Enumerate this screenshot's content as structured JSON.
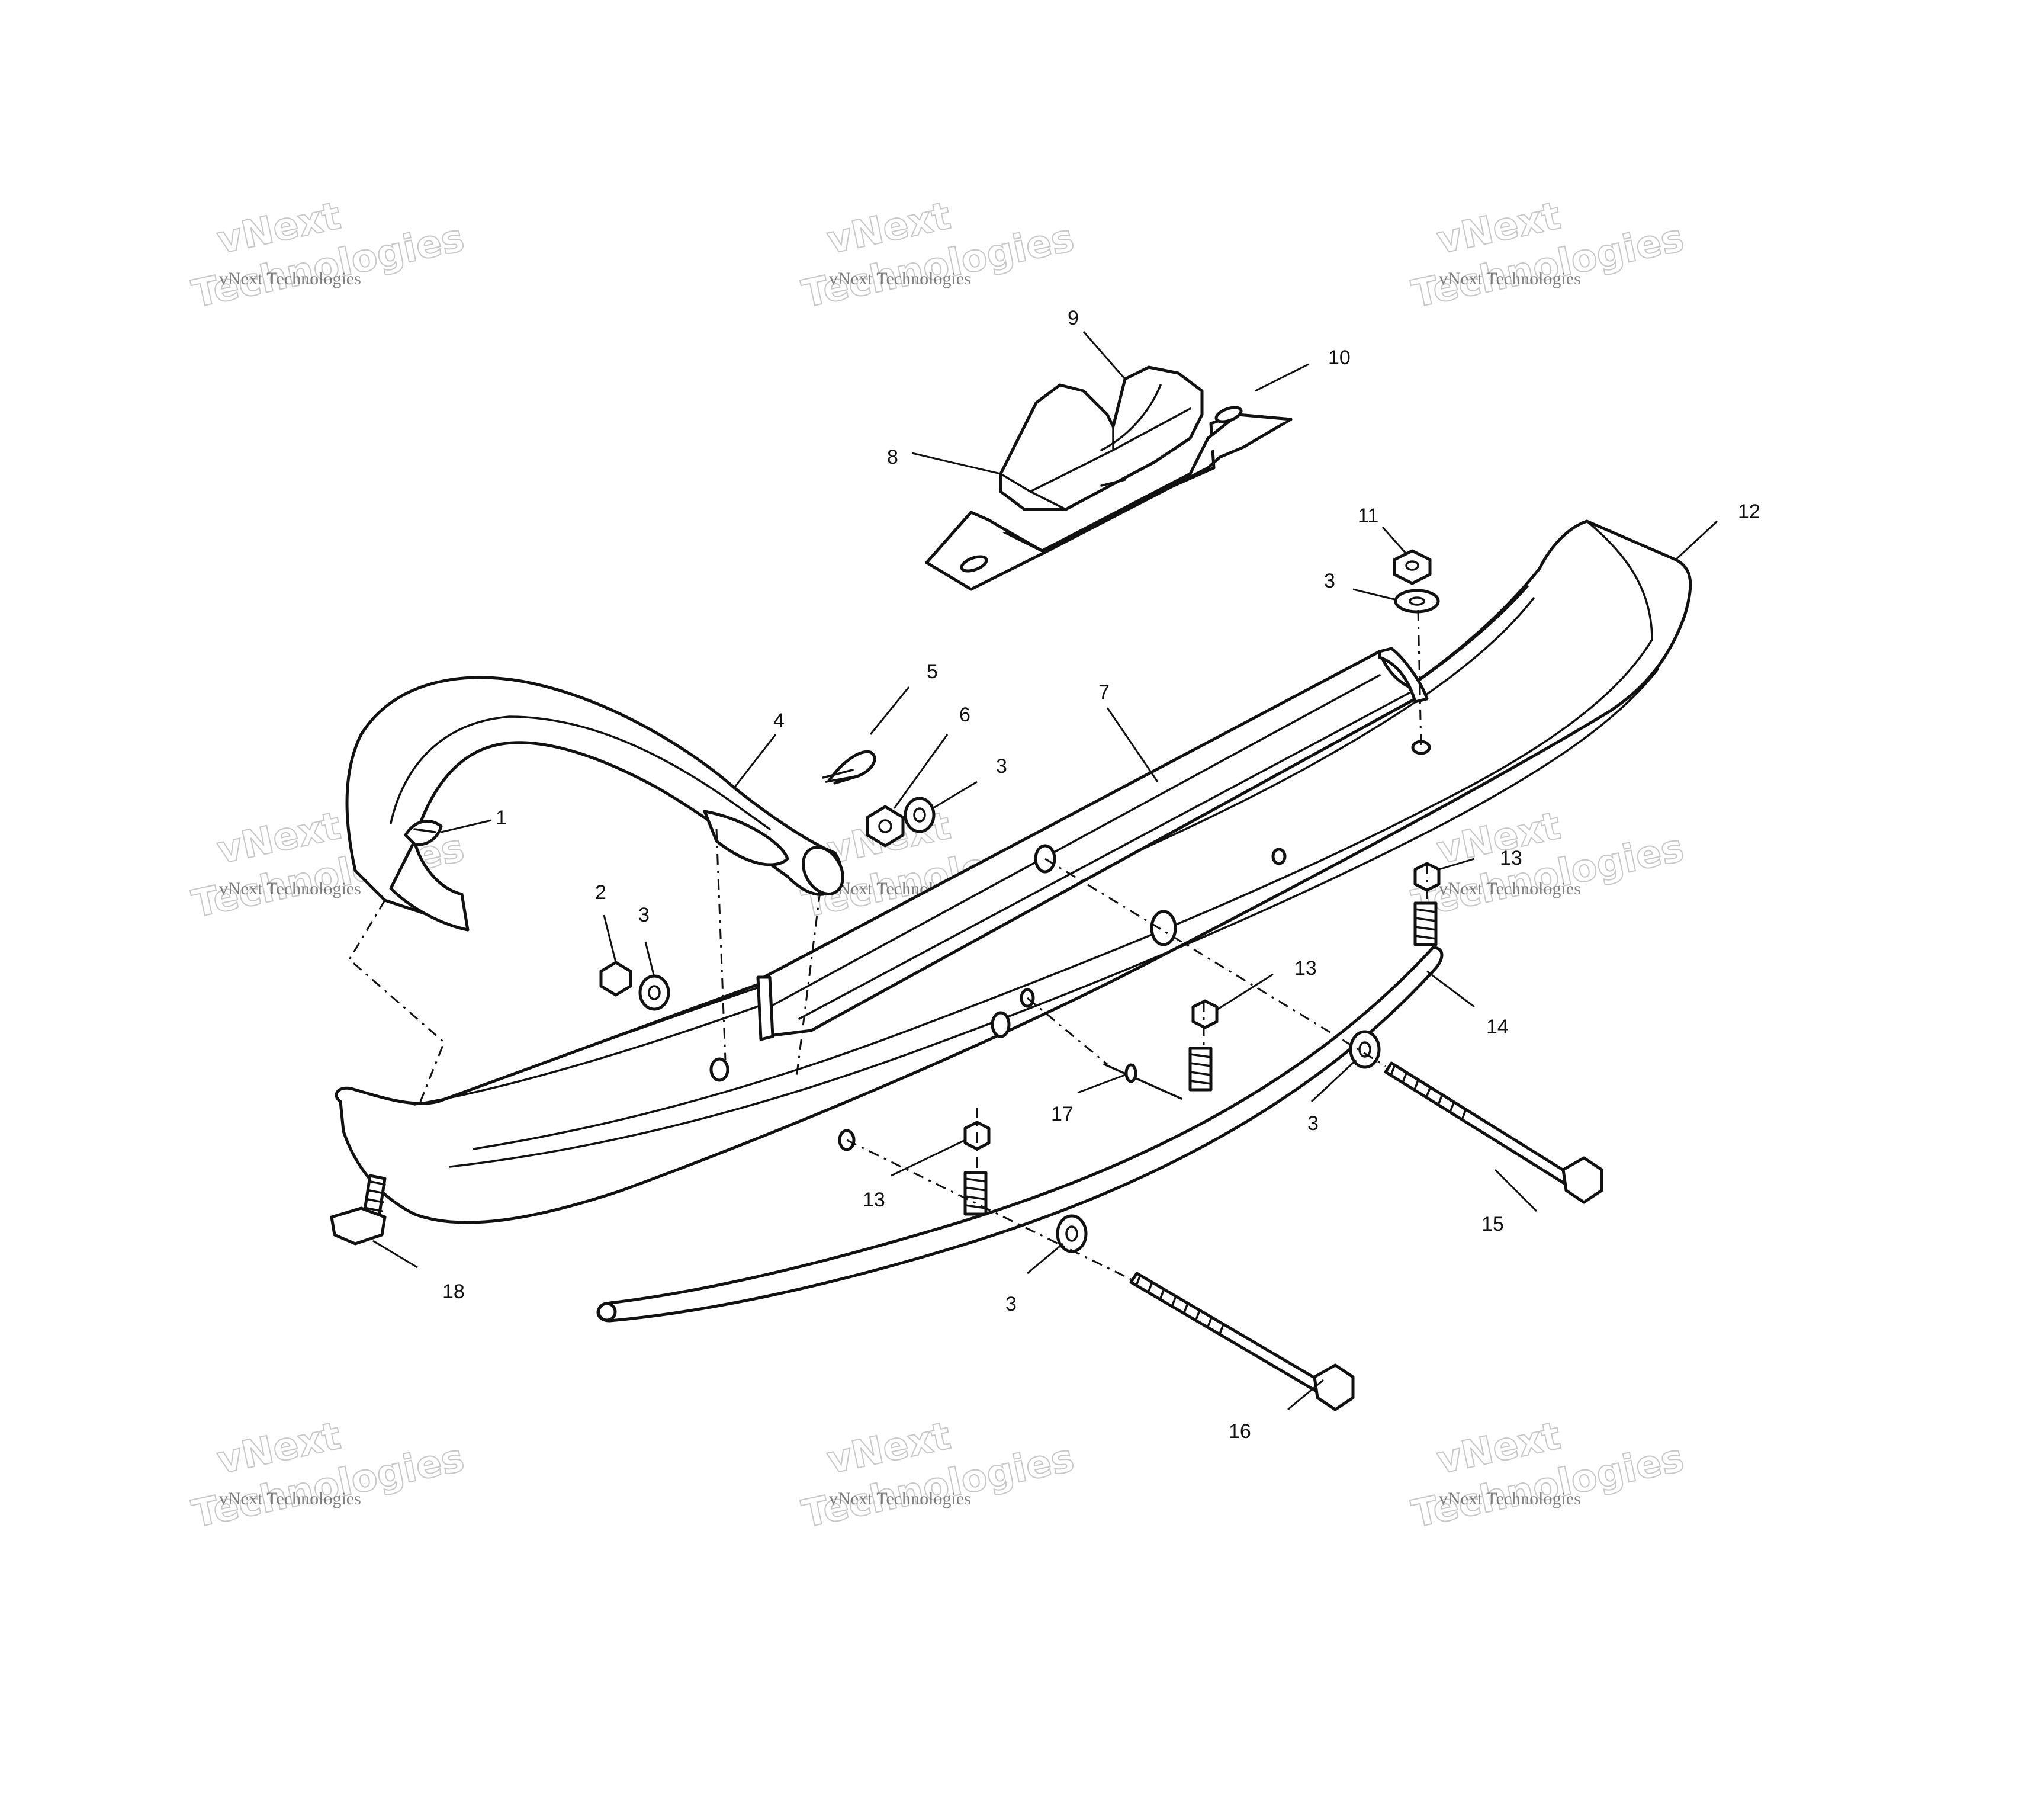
{
  "callouts": {
    "c1": "1",
    "c2": "2",
    "c3a": "3",
    "c3b": "3",
    "c3c": "3",
    "c3d": "3",
    "c3e": "3",
    "c4": "4",
    "c5": "5",
    "c6": "6",
    "c7": "7",
    "c8": "8",
    "c9": "9",
    "c10": "10",
    "c11": "11",
    "c12": "12",
    "c13a": "13",
    "c13b": "13",
    "c13c": "13",
    "c14": "14",
    "c15": "15",
    "c16": "16",
    "c17": "17",
    "c18": "18"
  },
  "watermark": {
    "line1": "vNext Technologies",
    "line2": "vNext",
    "line3": "Technologies"
  },
  "colors": {
    "ink": "#111111",
    "background": "#ffffff",
    "watermark": "#9a9a9a"
  }
}
